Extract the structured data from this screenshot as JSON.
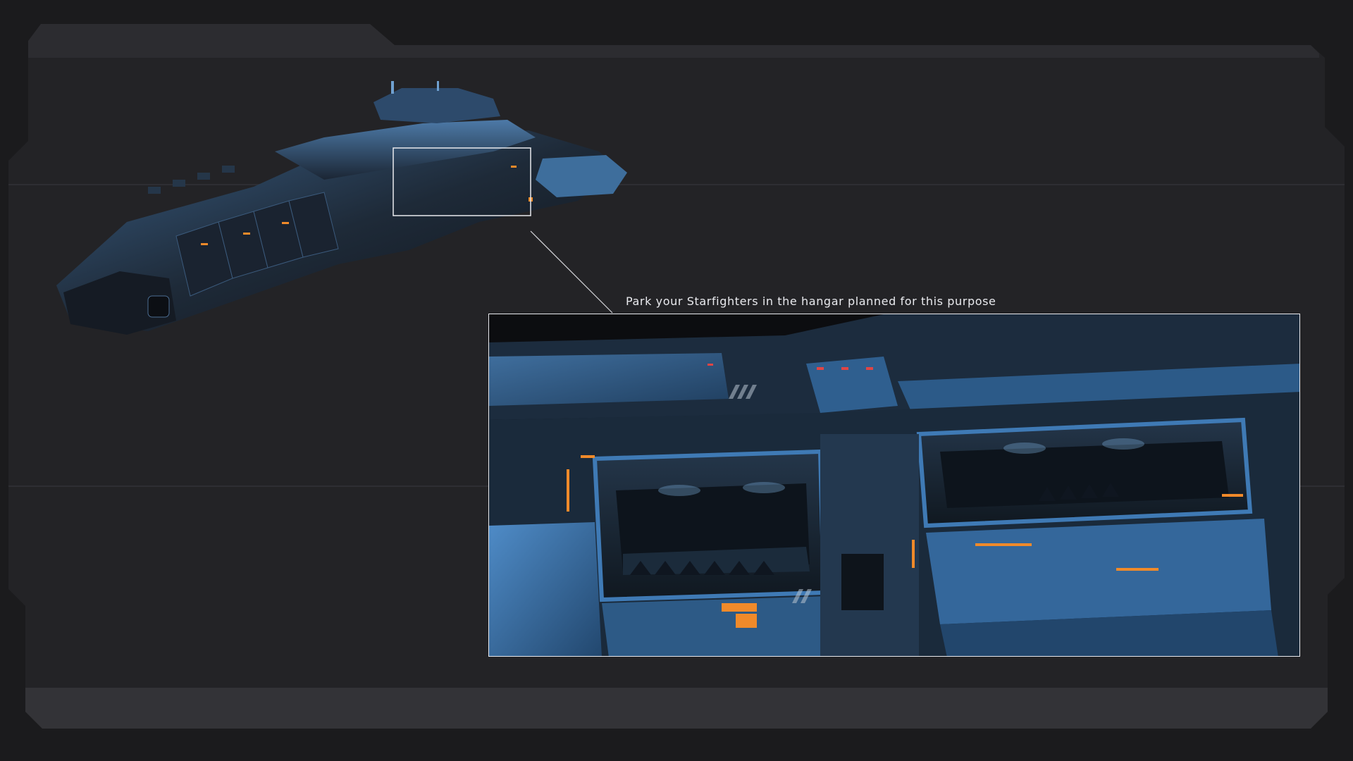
{
  "caption": {
    "text": "Park your Starfighters in the hangar planned for this purpose"
  },
  "colors": {
    "background": "#1b1b1d",
    "panel": "#232326",
    "panel_band": "#2f2f33",
    "hull_blue": "#2f6ea8",
    "hull_dark": "#1a2330",
    "accent_orange": "#f08a2a",
    "frame_line": "#e9eaee"
  },
  "images": {
    "overview": {
      "name": "starship-overview",
      "description_icon": "battleship-icon"
    },
    "detail": {
      "name": "hangar-detail",
      "description_icon": "hangar-icon"
    }
  }
}
